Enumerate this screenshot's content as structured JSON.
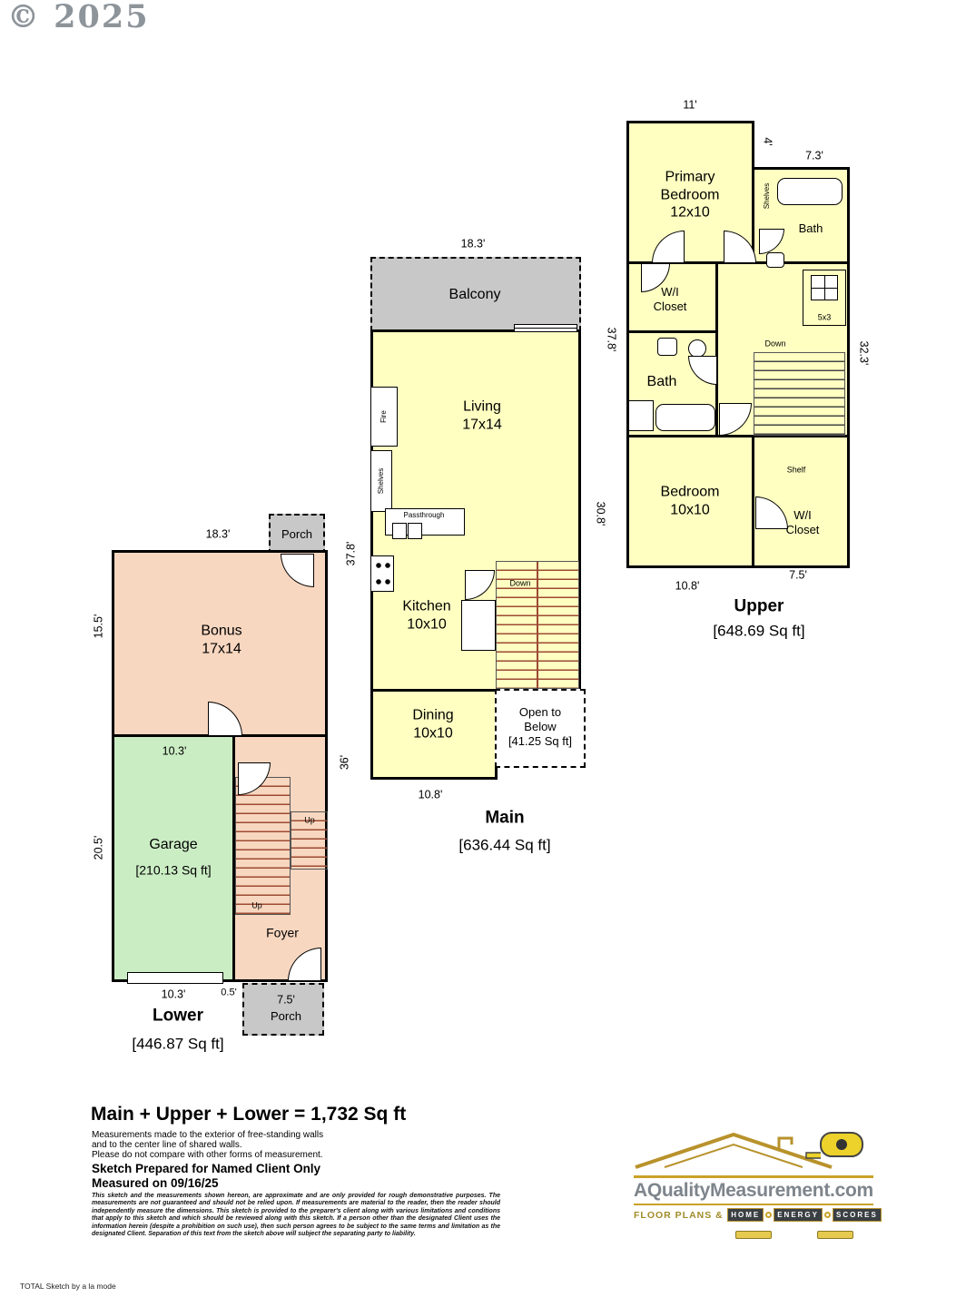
{
  "watermark": "© 2025",
  "colors": {
    "floor_yellow": "#ffffc2",
    "floor_salmon": "#f8d7c0",
    "floor_green": "#cbedc4",
    "porch_gray": "#c8c8c8",
    "wall": "#000000",
    "stair_red": "#9c4a32",
    "logo_gold": "#c9a227",
    "brand_gray": "#7e858c"
  },
  "upper": {
    "title": "Upper",
    "area": "[648.69 Sq ft]",
    "rooms": {
      "primary_bedroom": "Primary\nBedroom\n12x10",
      "bath1": "Bath",
      "shelves": "Shelves",
      "wi_closet1": "W/I\nCloset",
      "bath2": "Bath",
      "closet_5x3": "5x3",
      "down": "Down",
      "bedroom": "Bedroom\n10x10",
      "shelf": "Shelf",
      "wi_closet2": "W/I\nCloset"
    },
    "dims": {
      "top": "11'",
      "right_top": "4'",
      "bath_top": "7.3'",
      "right": "32.3'",
      "bottom_left": "10.8'",
      "bottom_right": "7.5'"
    }
  },
  "main": {
    "title": "Main",
    "area": "[636.44 Sq ft]",
    "rooms": {
      "balcony": "Balcony",
      "living": "Living\n17x14",
      "fire": "Fire",
      "shelves": "Shelves",
      "passthrough": "Passthrough",
      "kitchen": "Kitchen\n10x10",
      "down": "Down",
      "dining": "Dining\n10x10",
      "open_below": "Open to\nBelow\n[41.25 Sq ft]"
    },
    "dims": {
      "top": "18.3'",
      "right_top": "37.8'",
      "right_bottom": "30.8'",
      "left_top": "37.8'",
      "left_bottom": "36'",
      "bottom": "10.8'"
    }
  },
  "lower": {
    "title": "Lower",
    "area": "[446.87 Sq ft]",
    "rooms": {
      "porch_top": "Porch",
      "bonus": "Bonus\n17x14",
      "garage": "Garage",
      "garage_area": "[210.13 Sq ft]",
      "up1": "Up",
      "up2": "Up",
      "foyer": "Foyer",
      "porch_bottom": "Porch"
    },
    "dims": {
      "top": "18.3'",
      "left_top": "15.5'",
      "left_bottom": "20.5'",
      "garage_width": "10.3'",
      "bottom_left": "10.3'",
      "bottom_mid": "0.5'",
      "bottom_right": "7.5'"
    }
  },
  "summary": {
    "total": "Main + Upper + Lower = 1,732 Sq ft",
    "note1": "Measurements made to the exterior of free-standing walls",
    "note2": "and to the center line of shared walls.",
    "note3": "Please do not compare with other forms of measurement.",
    "prepared": "Sketch Prepared for Named Client Only",
    "measured": "Measured on 09/16/25",
    "disclaimer": "This sketch and the measurements shown hereon, are approximate and are only provided for rough demonstrative purposes. The measurements are not guaranteed and should not be relied upon. If measurements are material to the reader, then the reader should independently measure the dimensions. This sketch is provided to the preparer's client along with various limitations and conditions that apply to this sketch and which should be reviewed along with this sketch. If a person other than the designated Client uses the information herein (despite a prohibition on such use), then such person agrees to be subject to the same terms and limitation as the designated Client. Separation of this text from the sketch above will subject the separating party to liability."
  },
  "logo": {
    "brand": "AQualityMeasurement.com",
    "floor_plans": "FLOOR PLANS &",
    "badges": [
      "HOME",
      "ENERGY",
      "SCORES"
    ]
  },
  "footer": "TOTAL Sketch by a la mode"
}
